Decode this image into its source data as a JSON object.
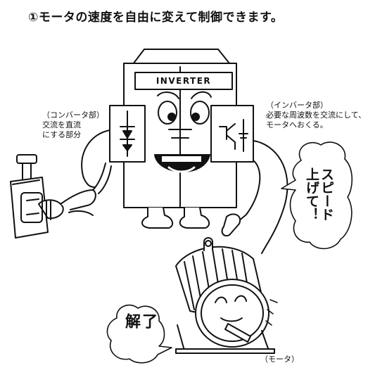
{
  "heading": "①モータの速度を自由に変えて制御できます。",
  "inverter_plate": "INVERTER",
  "converter_caption": "（コンバータ部）\n交流を直流\nにする部分",
  "inverter_caption": "（インバータ部）\n必要な周波数を交流にして、\nモータへおくる。",
  "speed_up_bubble": "スピード\n上げて！",
  "ok_bubble": "了\n解",
  "motor_caption": "（モータ）",
  "colors": {
    "ink": "#111111",
    "paper": "#ffffff",
    "shadow": "#d9d9d9"
  }
}
